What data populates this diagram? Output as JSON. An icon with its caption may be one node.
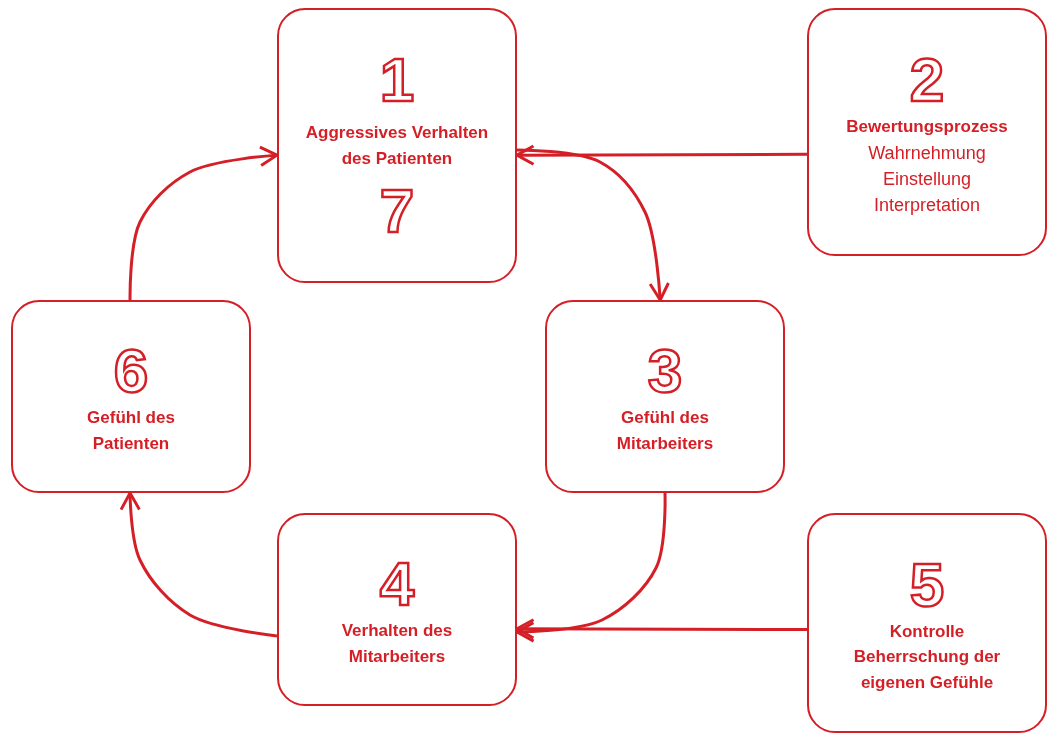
{
  "diagram": {
    "nodes": [
      {
        "text": [
          "1",
          "Aggressives Verhalten des Patienten",
          "7"
        ]
      },
      {
        "text": [
          "2",
          "Bewertungsprozess",
          "Wahrnehmung",
          "Einstellung",
          "Interpretation"
        ]
      },
      {
        "text": [
          "6",
          "Gefühl des Patienten"
        ]
      },
      {
        "text": [
          "3",
          "Gefühl des Mitarbeiters"
        ]
      },
      {
        "text": [
          "4",
          "Verhalten des Mitarbeiters"
        ]
      },
      {
        "text": [
          "5",
          "Kontrolle",
          "Beherrschung der eigenen Gefühle"
        ]
      }
    ],
    "edges": [
      {
        "from": 1,
        "to": 0,
        "arrow": "to"
      },
      {
        "from": 0,
        "to": 3,
        "arrow": "to"
      },
      {
        "from": 3,
        "to": 4,
        "arrow": "to"
      },
      {
        "from": 5,
        "to": 4,
        "arrow": "to"
      },
      {
        "from": 4,
        "to": 2,
        "arrow": "to"
      },
      {
        "from": 2,
        "to": 0,
        "arrow": "to"
      }
    ]
  }
}
